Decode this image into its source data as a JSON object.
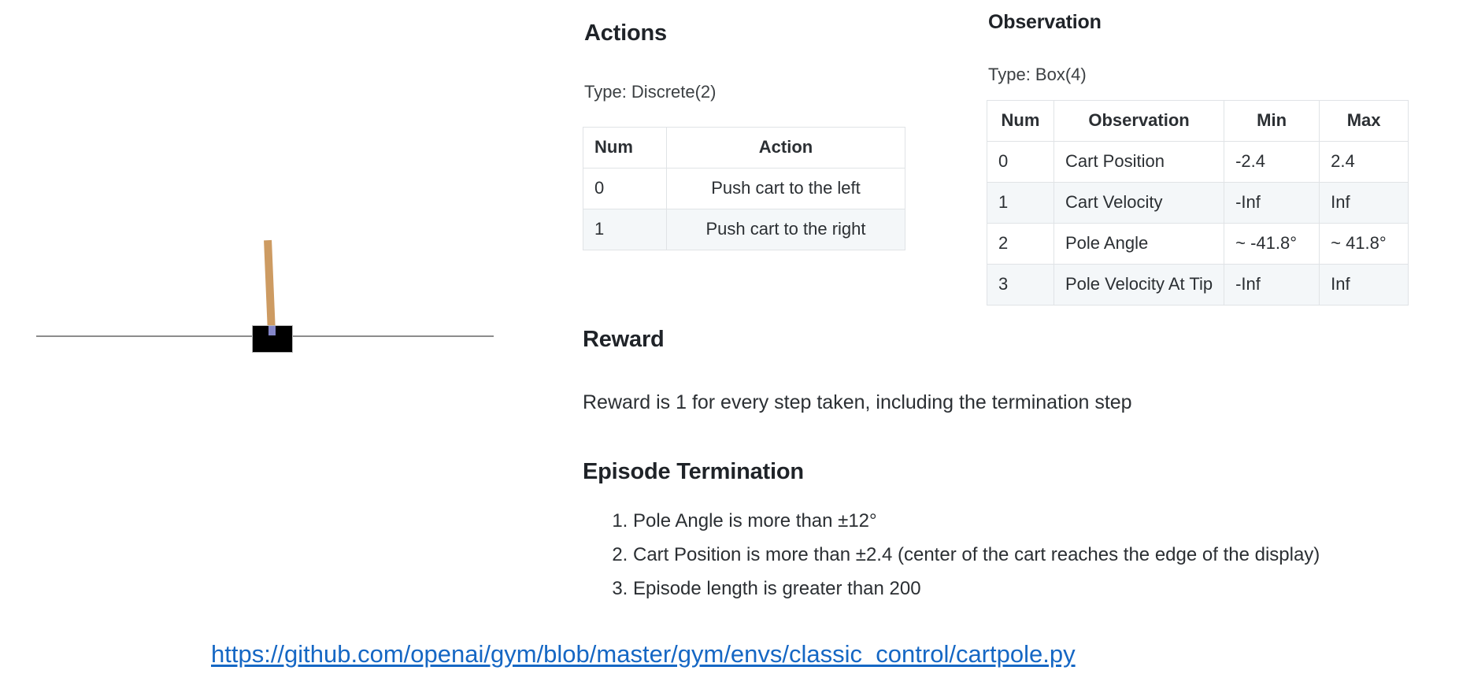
{
  "figure": {
    "name": "CartPole environment illustration",
    "cart_color": "#000000",
    "pole_color": "#cd9b62",
    "axle_color": "#8486c8",
    "track_color": "#8c8c8c"
  },
  "actions": {
    "heading": "Actions",
    "type_line": "Type: Discrete(2)",
    "columns": [
      "Num",
      "Action"
    ],
    "rows": [
      {
        "num": "0",
        "action": "Push cart to the left"
      },
      {
        "num": "1",
        "action": "Push cart to the right"
      }
    ]
  },
  "observation": {
    "heading": "Observation",
    "type_line": "Type: Box(4)",
    "columns": [
      "Num",
      "Observation",
      "Min",
      "Max"
    ],
    "rows": [
      {
        "num": "0",
        "observation": "Cart Position",
        "min": "-2.4",
        "max": "2.4"
      },
      {
        "num": "1",
        "observation": "Cart Velocity",
        "min": "-Inf",
        "max": "Inf"
      },
      {
        "num": "2",
        "observation": "Pole Angle",
        "min": "~ -41.8°",
        "max": "~ 41.8°"
      },
      {
        "num": "3",
        "observation": "Pole Velocity At Tip",
        "min": "-Inf",
        "max": "Inf"
      }
    ]
  },
  "reward": {
    "heading": "Reward",
    "text": "Reward is 1 for every step taken, including the termination step"
  },
  "termination": {
    "heading": "Episode Termination",
    "items": [
      "Pole Angle is more than ±12°",
      "Cart Position is more than ±2.4 (center of the cart reaches the edge of the display)",
      "Episode length is greater than 200"
    ]
  },
  "footer": {
    "link_text": "https://github.com/openai/gym/blob/master/gym/envs/classic_control/cartpole.py",
    "link_color": "#1567c4"
  }
}
